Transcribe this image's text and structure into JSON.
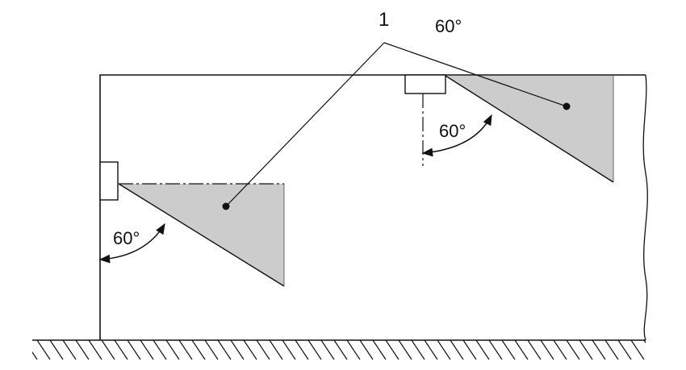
{
  "labels": {
    "callout_number": "1",
    "top_angle": "60°",
    "right_sensor_angle": "60°",
    "left_sensor_angle": "60°"
  },
  "colors": {
    "line": "#111111",
    "shaded_zone": "#cccccc",
    "background": "#ffffff"
  }
}
